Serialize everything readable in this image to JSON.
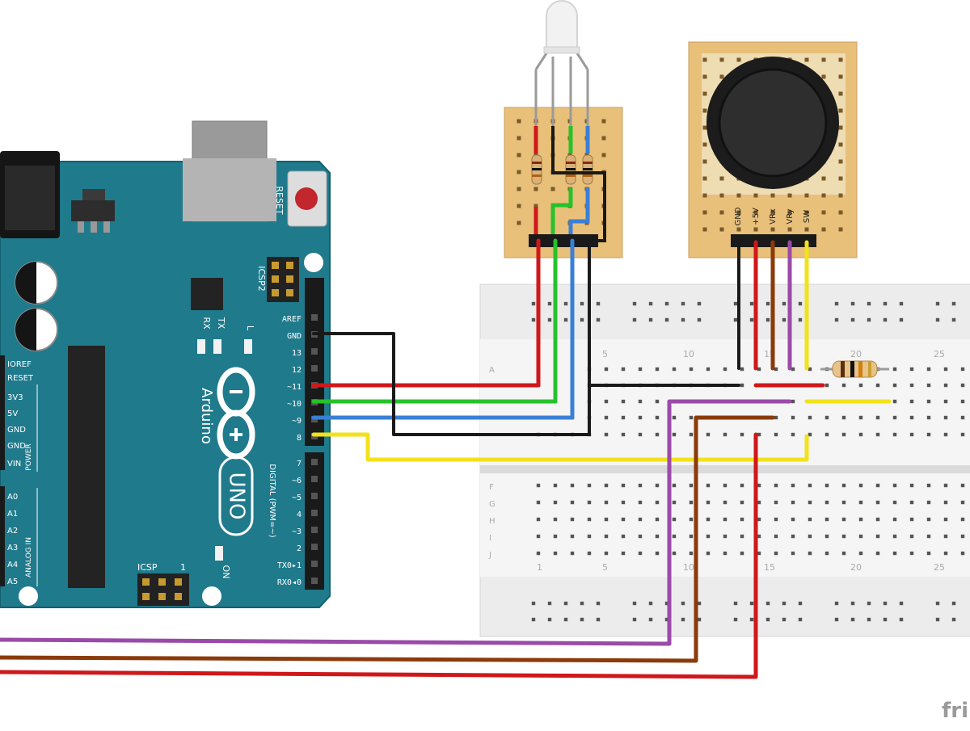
{
  "arduino": {
    "board_name": "Arduino",
    "model": "UNO",
    "reset_label": "RESET",
    "icsp2_label": "ICSP2",
    "icsp_label": "ICSP",
    "icsp_pin1": "1",
    "tx_label": "TX",
    "rx_label": "RX",
    "l_label": "L",
    "on_label": "ON",
    "digital_label": "DIGITAL (PWM=~)",
    "power_label": "POWER",
    "analog_label": "ANALOG IN",
    "power_pins": [
      "IOREF",
      "RESET",
      "3V3",
      "5V",
      "GND",
      "GND",
      "VIN"
    ],
    "analog_pins": [
      "A0",
      "A1",
      "A2",
      "A3",
      "A4",
      "A5"
    ],
    "digital_pins_top": [
      "AREF",
      "GND",
      "13",
      "12",
      "~11",
      "~10",
      "~9",
      "8"
    ],
    "digital_pins_bottom": [
      "7",
      "~6",
      "~5",
      "4",
      "~3",
      "2",
      "TX0▸1",
      "RX0◂0"
    ]
  },
  "joystick": {
    "pins": [
      "GND",
      "+5V",
      "VRx",
      "VRy",
      "SW"
    ]
  },
  "breadboard": {
    "row_labels_top": [
      "A"
    ],
    "row_labels_bottom": [
      "F",
      "G",
      "H",
      "I",
      "J"
    ],
    "column_numbers": [
      "5",
      "10",
      "15",
      "20",
      "25"
    ],
    "column_numbers_bottom": [
      "1",
      "5",
      "10",
      "15",
      "20",
      "25"
    ]
  },
  "watermark": "fri",
  "colors": {
    "board": "#1f7a8c",
    "perfboard": "#e8c07a",
    "wire_red": "#d0181a",
    "wire_green": "#26c22a",
    "wire_blue": "#3a7fd6",
    "wire_black": "#1a1a1a",
    "wire_yellow": "#f2e21a",
    "wire_purple": "#9a4aa8",
    "wire_brown": "#8b3a0a"
  }
}
